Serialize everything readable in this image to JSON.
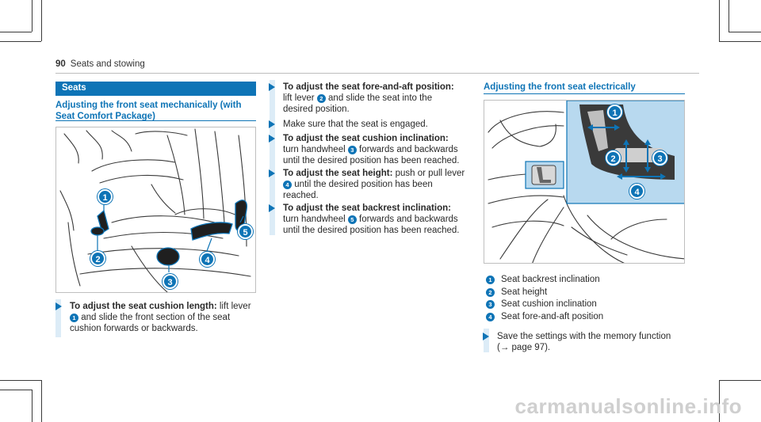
{
  "header": {
    "page_number": "90",
    "chapter": "Seats and stowing"
  },
  "section_title": "Seats",
  "left": {
    "subhead_line1": "Adjusting the front seat mechanically (with",
    "subhead_line2": "Seat Comfort Package)",
    "figure_callouts": [
      "1",
      "2",
      "3",
      "4",
      "5"
    ],
    "step1": {
      "title": "To adjust the seat cushion length:",
      "text_a": " lift lever",
      "badge": "1",
      "text_b": " and slide the front section of the seat",
      "text_c": "cushion forwards or backwards."
    }
  },
  "middle": {
    "steps": [
      {
        "title": "To adjust the seat fore-and-aft position:",
        "l1": "lift lever ",
        "badge": "2",
        "l1b": " and slide the seat into the",
        "l2": "desired position."
      },
      {
        "title": "",
        "l1": "Make sure that the seat is engaged.",
        "badge": "",
        "l1b": "",
        "l2": ""
      },
      {
        "title": "To adjust the seat cushion inclination:",
        "l1": "turn handwheel ",
        "badge": "3",
        "l1b": " forwards and backwards",
        "l2": "until the desired position has been reached."
      },
      {
        "title": "To adjust the seat height:",
        "title_tail": " push or pull lever",
        "badge": "4",
        "l1b": " until the desired position has been",
        "l2": "reached."
      },
      {
        "title": "To adjust the seat backrest inclination:",
        "l1": "turn handwheel ",
        "badge": "5",
        "l1b": " forwards and backwards",
        "l2": "until the desired position has been reached."
      }
    ]
  },
  "right": {
    "subhead": "Adjusting the front seat electrically",
    "figure_callouts": [
      "1",
      "2",
      "3",
      "4"
    ],
    "legend": [
      {
        "num": "1",
        "label": "Seat backrest inclination"
      },
      {
        "num": "2",
        "label": "Seat height"
      },
      {
        "num": "3",
        "label": "Seat cushion inclination"
      },
      {
        "num": "4",
        "label": "Seat fore-and-aft position"
      }
    ],
    "note_line1": "Save the settings with the memory function",
    "note_line2": "(→ page 97)."
  },
  "watermark": "carmanualsonline.info",
  "colors": {
    "accent": "#0e74b6",
    "bar": "#dcecf7",
    "highlight": "#b8d9ef"
  }
}
